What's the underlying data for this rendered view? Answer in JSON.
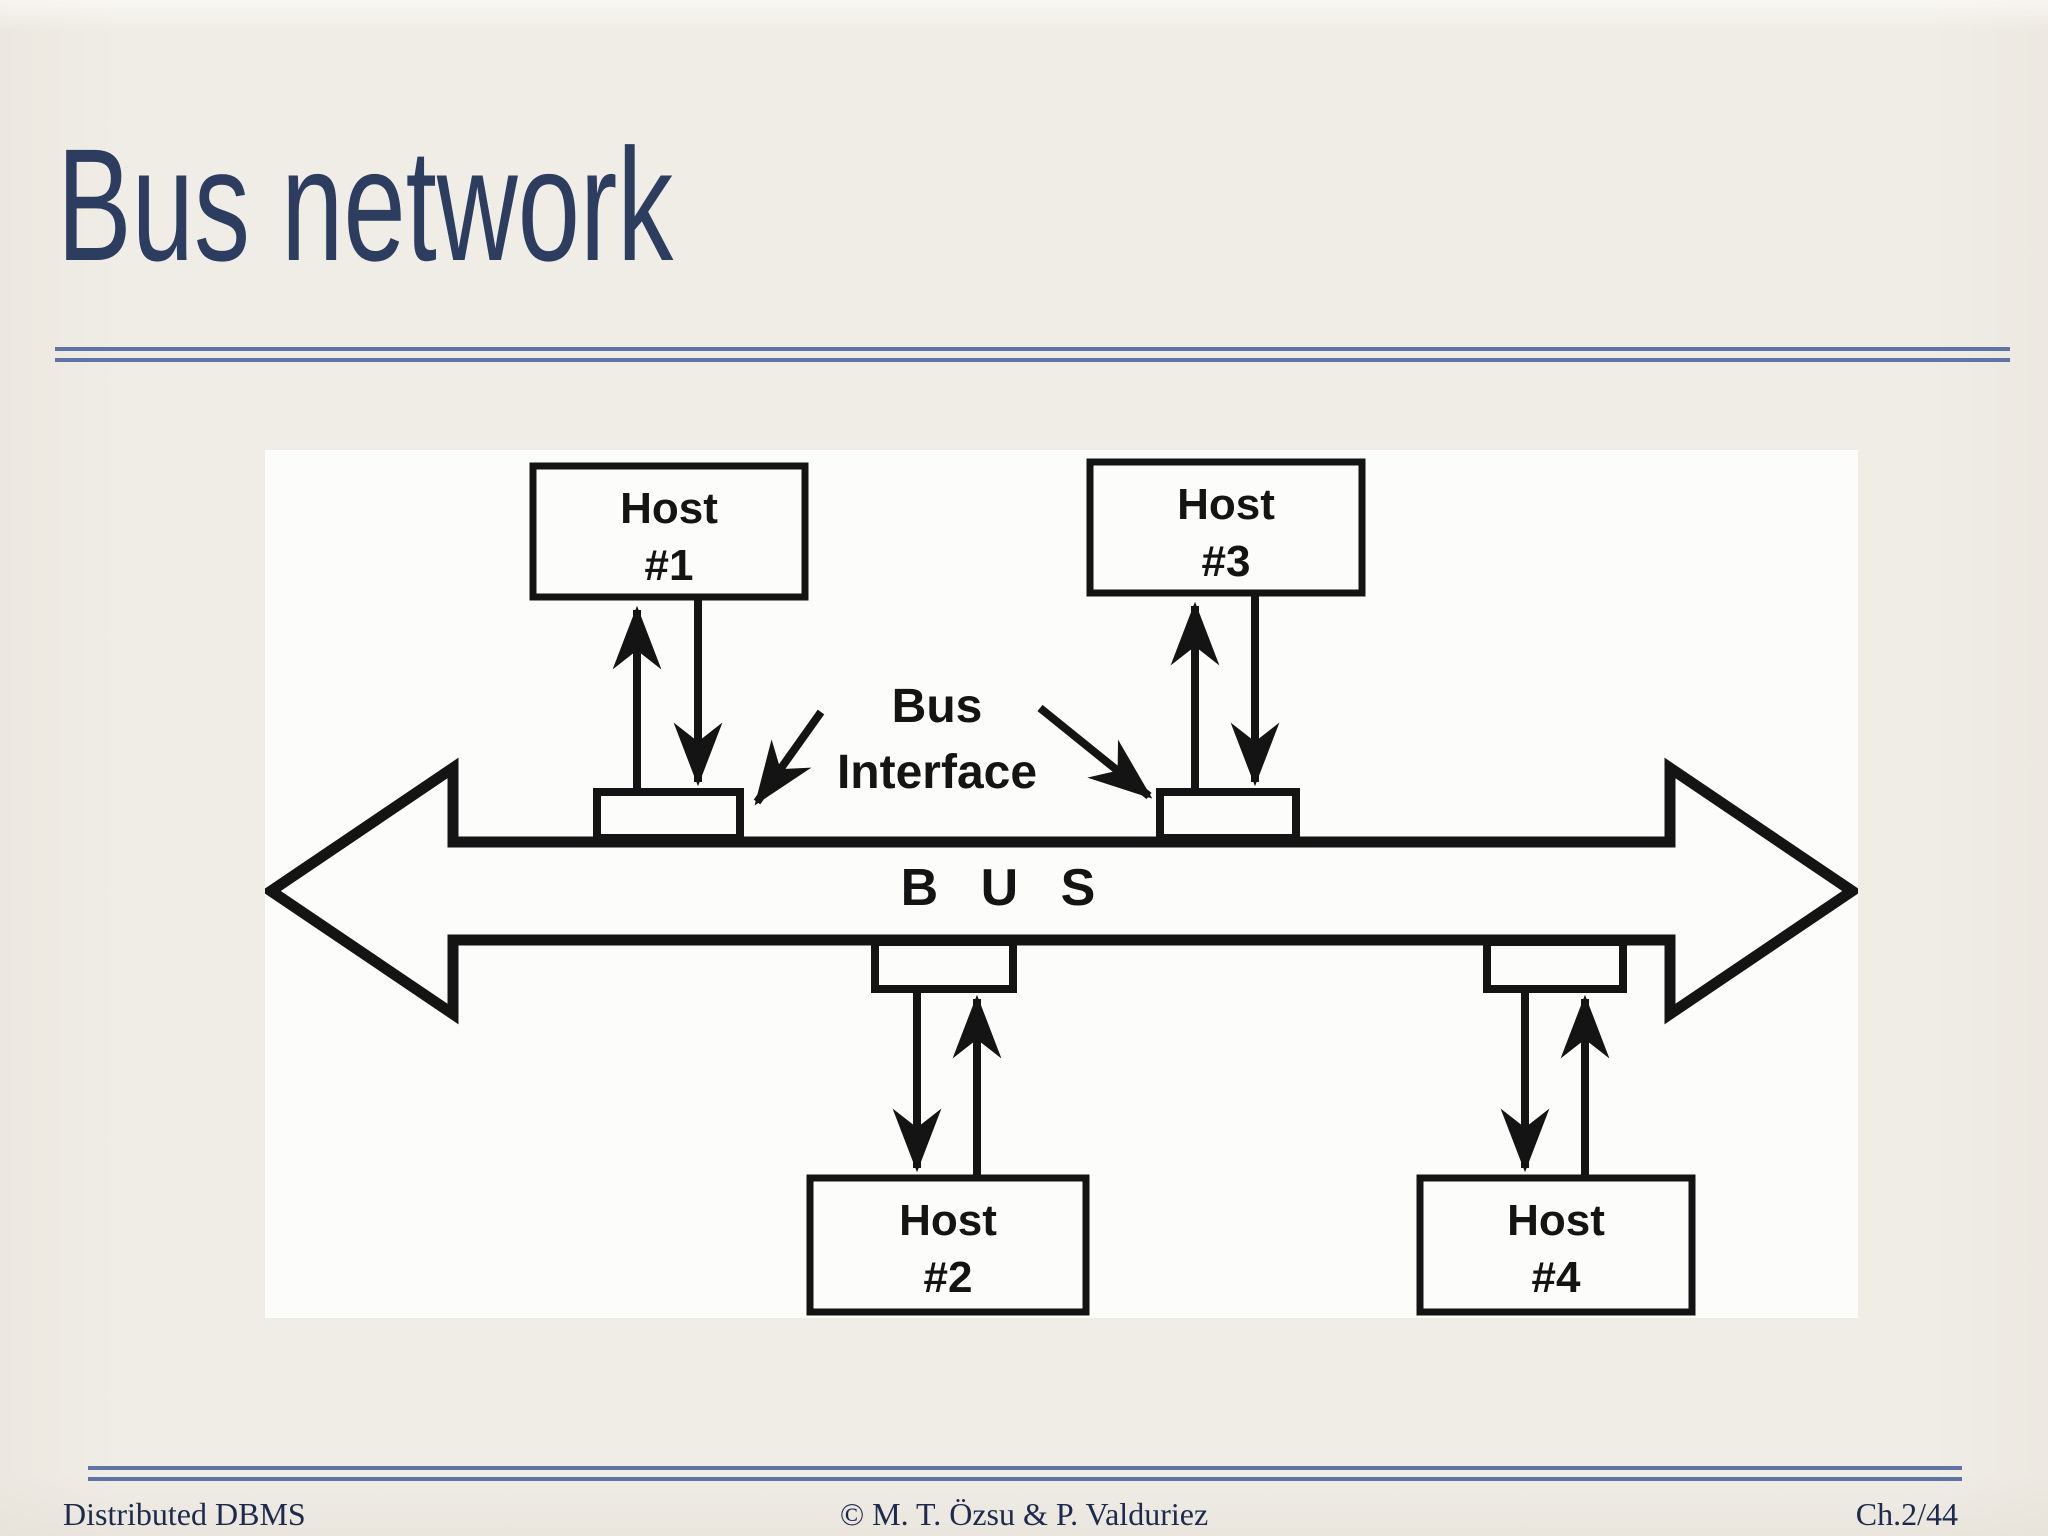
{
  "slide": {
    "title": "Bus network",
    "footer": {
      "left": "Distributed DBMS",
      "center": "© M. T. Özsu & P. Valduriez",
      "right": "Ch.2/44"
    },
    "colors": {
      "background": "#f0ede6",
      "title_text": "#2d3d60",
      "divider": "#5f74a5",
      "footer_text": "#1e2a4d"
    }
  },
  "diagram": {
    "type": "bus-network-topology",
    "bus_label": "B U S",
    "bus_interface_label": [
      "Bus",
      "Interface"
    ],
    "hosts": [
      {
        "line1": "Host",
        "line2": "#1",
        "position": "top-left"
      },
      {
        "line1": "Host",
        "line2": "#2",
        "position": "bottom-left"
      },
      {
        "line1": "Host",
        "line2": "#3",
        "position": "top-right"
      },
      {
        "line1": "Host",
        "line2": "#4",
        "position": "bottom-right"
      }
    ],
    "ink": "#141414",
    "paper": "#fcfcfb"
  }
}
